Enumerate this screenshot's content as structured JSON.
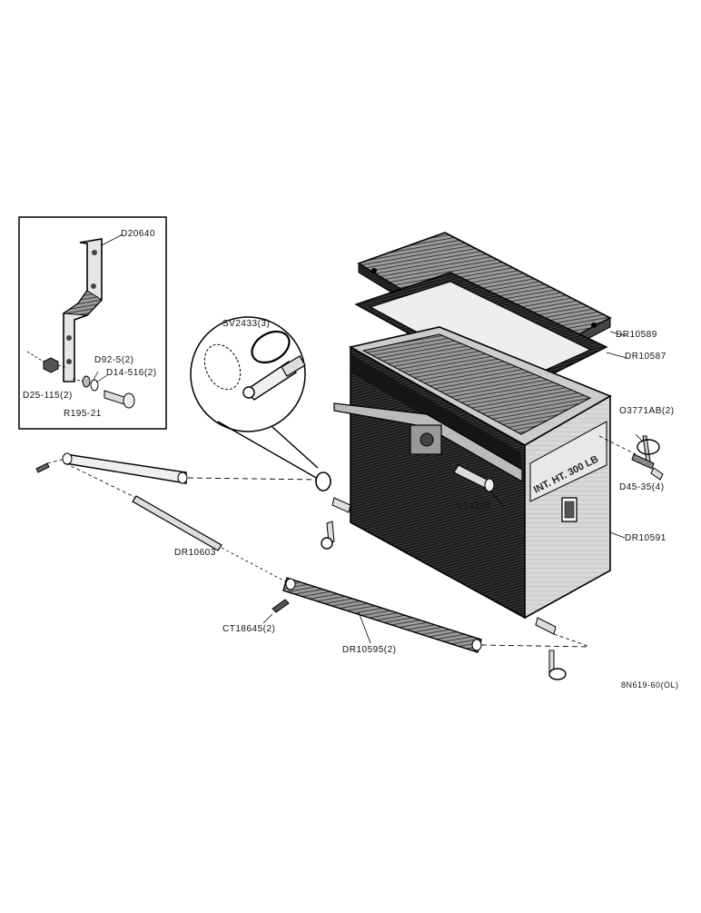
{
  "labels": {
    "d20640": "D20640",
    "d92_5": "D92-5(2)",
    "d14_516": "D14-516(2)",
    "d25_115": "D25-115(2)",
    "r195_21": "R195-21",
    "sv2433": "SV2433(3)",
    "dr10589": "DR10589",
    "dr10587": "DR10587",
    "o3771ab": "O3771AB(2)",
    "d45_35": "D45-35(4)",
    "v14209": "V14209",
    "dr10591": "DR10591",
    "dr10603": "DR10603",
    "ct18645": "CT18645(2)",
    "dr10595": "DR10595(2)",
    "drawing_ref": "8N619-60(OL)",
    "box_marking": "INT. HT. 300 LB"
  }
}
